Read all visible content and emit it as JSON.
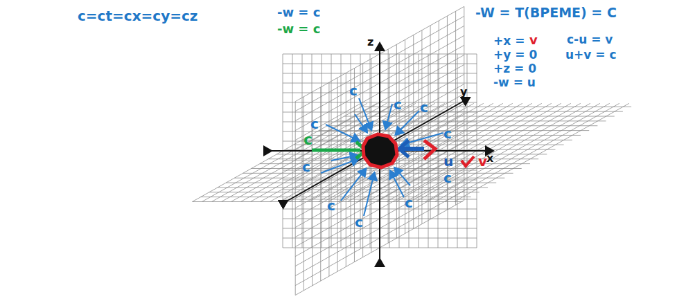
{
  "diagram": {
    "labels": [
      "c=ct=cx=cy=cz",
      "-w = c",
      "-w = c",
      "-W = T(ВРЕМЕ) = C",
      "+x =",
      "v",
      "+y = 0",
      "+z = 0",
      "-w = u",
      "c-u = v",
      "u+v = c",
      "z",
      "y",
      "x",
      "c",
      "c",
      "c",
      "c",
      "c",
      "c",
      "c",
      "c",
      "c",
      "c",
      "c",
      "u",
      "v"
    ]
  }
}
